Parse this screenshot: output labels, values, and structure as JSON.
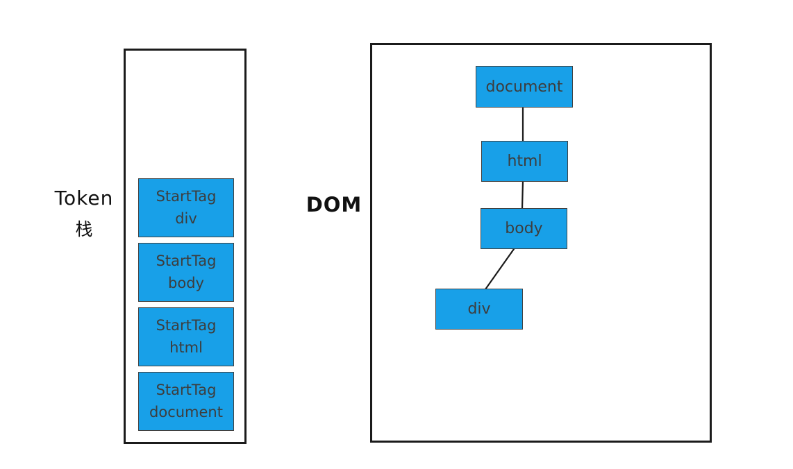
{
  "colors": {
    "box_fill": "#18a0e8",
    "box_border": "#3f4040",
    "box_text": "#3d3d3d",
    "outline": "#1b1b1b",
    "label_text": "#111111",
    "canvas_bg": "#ffffff"
  },
  "token_stack": {
    "label_line1": "Token",
    "label_line2": "栈",
    "items": [
      {
        "line1": "StartTag",
        "line2": "div"
      },
      {
        "line1": "StartTag",
        "line2": "body"
      },
      {
        "line1": "StartTag",
        "line2": "html"
      },
      {
        "line1": "StartTag",
        "line2": "document"
      }
    ]
  },
  "dom_tree": {
    "label": "DOM",
    "nodes": [
      {
        "id": "document",
        "label": "document"
      },
      {
        "id": "html",
        "label": "html"
      },
      {
        "id": "body",
        "label": "body"
      },
      {
        "id": "div",
        "label": "div"
      }
    ],
    "edges": [
      {
        "from": "document",
        "to": "html"
      },
      {
        "from": "html",
        "to": "body"
      },
      {
        "from": "body",
        "to": "div"
      }
    ]
  }
}
